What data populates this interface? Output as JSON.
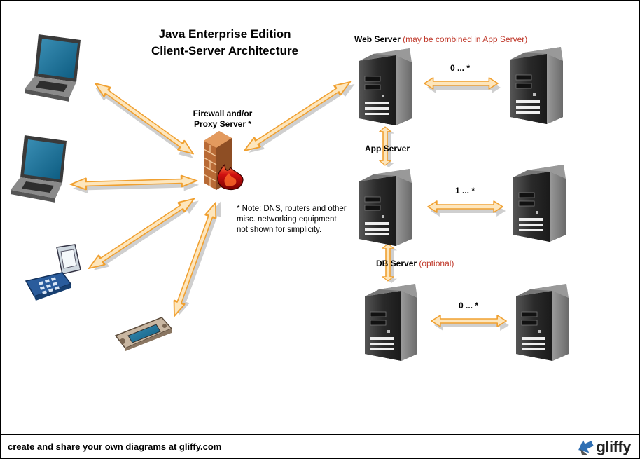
{
  "title": {
    "line1": "Java Enterprise Edition",
    "line2": "Client-Server Architecture"
  },
  "firewall": {
    "line1": "Firewall and/or",
    "line2": "Proxy Server *",
    "icon": "firewall-icon"
  },
  "note": {
    "line1": "* Note: DNS, routers and other",
    "line2": "misc. networking equipment",
    "line3": "not shown for simplicity."
  },
  "tiers": {
    "web": {
      "label": "Web Server",
      "qualifier": "(may be combined in App Server)",
      "multiplicity": "0 ... *"
    },
    "app": {
      "label": "App Server",
      "multiplicity": "1 ... *"
    },
    "db": {
      "label": "DB Server",
      "qualifier": "(optional)",
      "multiplicity": "0 ... *"
    }
  },
  "clients": [
    "laptop-icon",
    "laptop-icon",
    "flip-phone-icon",
    "handheld-device-icon"
  ],
  "colors": {
    "arrow": "#f0a030",
    "arrow_fill": "#fde6bd",
    "server_dark": "#2b2b2b",
    "firewall_brick": "#c8733a",
    "qualifier_red": "#c0392b"
  },
  "footer": {
    "text": "create and share your own diagrams at gliffy.com",
    "logo": "gliffy"
  }
}
